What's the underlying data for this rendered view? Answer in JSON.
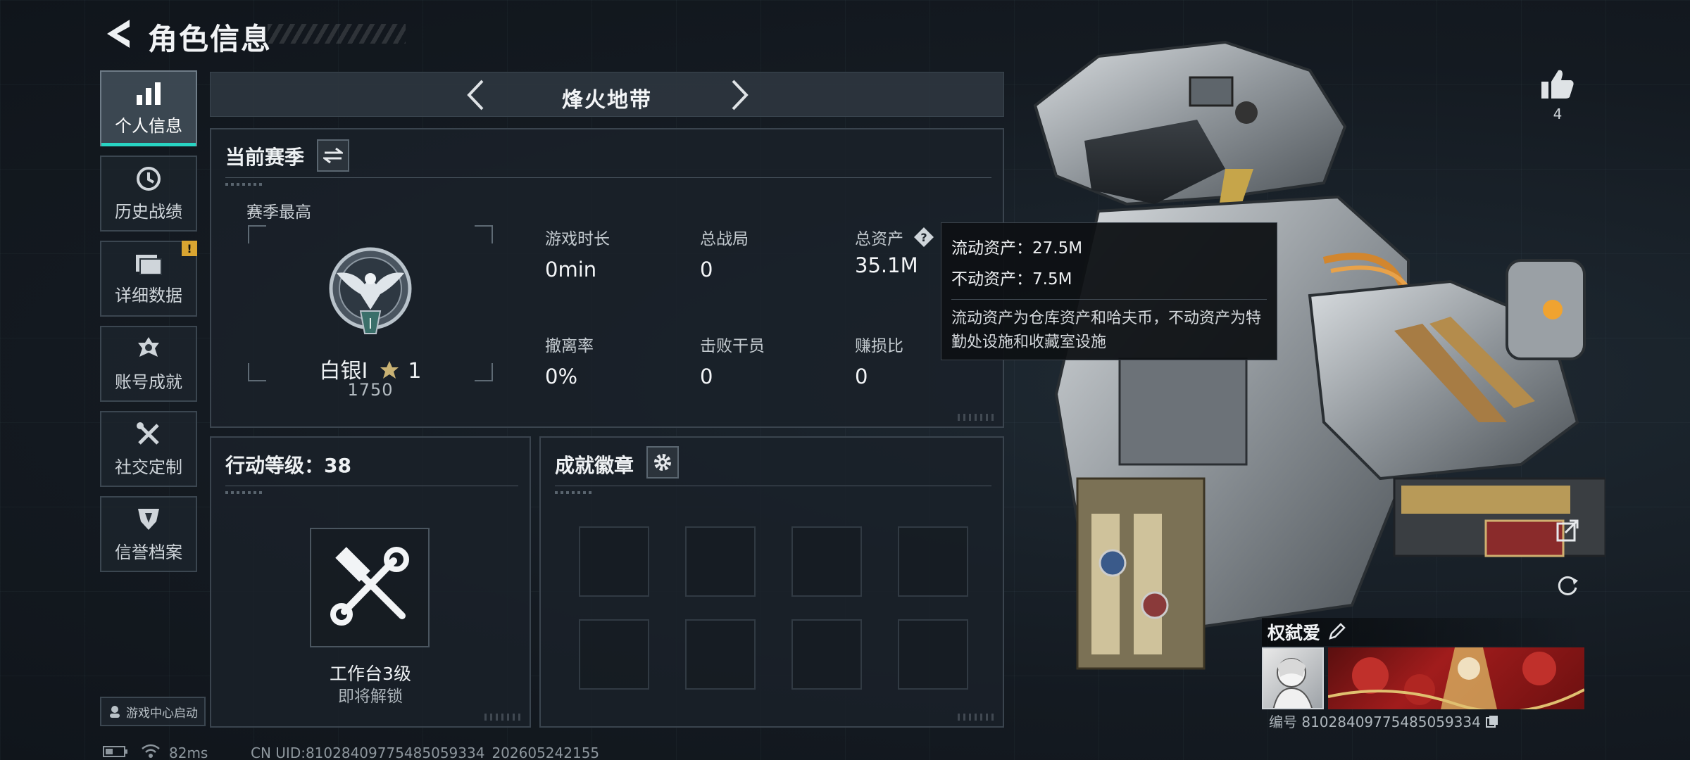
{
  "header": {
    "title": "角色信息"
  },
  "sidebar": {
    "items": [
      {
        "label": "个人信息",
        "active": true
      },
      {
        "label": "历史战绩"
      },
      {
        "label": "详细数据",
        "badge": "!"
      },
      {
        "label": "账号成就"
      },
      {
        "label": "社交定制"
      },
      {
        "label": "信誉档案"
      }
    ],
    "launch_label": "游戏中心启动"
  },
  "mode": {
    "title": "烽火地带"
  },
  "season": {
    "title": "当前赛季",
    "best_label": "赛季最高",
    "rank_name": "白银I",
    "rank_stars": "1",
    "rank_score": "1750",
    "emblem_numeral": "I",
    "stats": [
      {
        "key": "游戏时长",
        "value": "0min"
      },
      {
        "key": "总战局",
        "value": "0"
      },
      {
        "key": "总资产",
        "value": "35.1M"
      },
      {
        "key": "撤离率",
        "value": "0%"
      },
      {
        "key": "击败干员",
        "value": "0"
      },
      {
        "key": "赚损比",
        "value": "0"
      }
    ]
  },
  "tooltip": {
    "liquid": "流动资产：27.5M",
    "fixed": "不动资产：7.5M",
    "desc": "流动资产为仓库资产和哈夫币，不动资产为特勤处设施和收藏室设施"
  },
  "action_level": {
    "title": "行动等级：38",
    "workbench_name": "工作台3级",
    "workbench_status": "即将解锁"
  },
  "achievements": {
    "title": "成就徽章"
  },
  "footer": {
    "ping": "82ms",
    "uid": "CN UID:81028409775485059334_202605242155"
  },
  "profile": {
    "likes": "4",
    "player_name": "权弑爱",
    "id_text": "编号 81028409775485059334"
  },
  "colors": {
    "accent": "#28d4c3",
    "badge": "#d9a531",
    "background": "#151b22"
  }
}
